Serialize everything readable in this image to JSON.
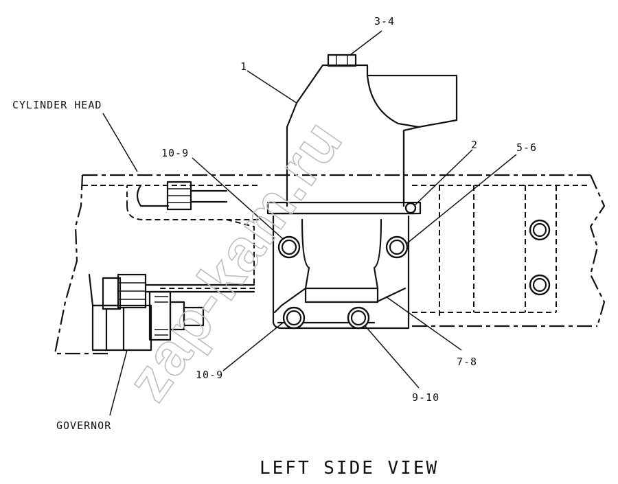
{
  "title": "LEFT SIDE VIEW",
  "watermark": "zap-kam.ru",
  "labels": {
    "cylinder_head": "CYLINDER HEAD",
    "governor": "GOVERNOR",
    "callout_1": "1",
    "callout_2": "2",
    "callout_3_4": "3-4",
    "callout_5_6": "5-6",
    "callout_7_8": "7-8",
    "callout_9_10": "9-10",
    "callout_10_9_top": "10-9",
    "callout_10_9_bottom": "10-9"
  }
}
